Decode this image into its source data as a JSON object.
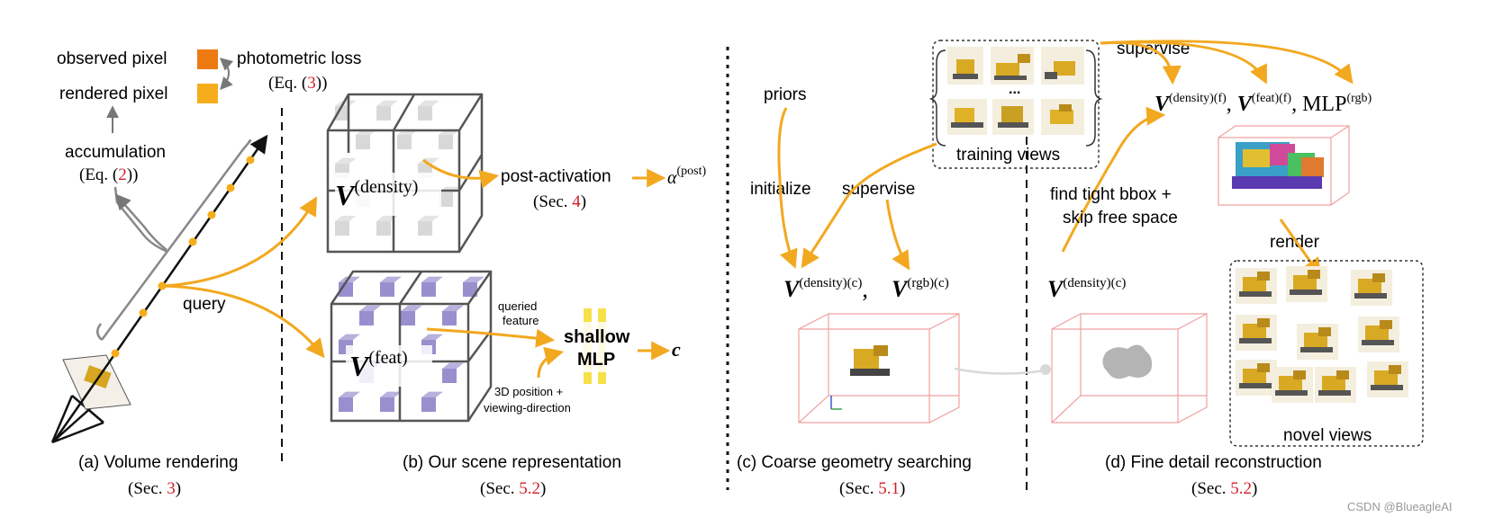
{
  "panel_a": {
    "observed_pixel": "observed pixel",
    "rendered_pixel": "rendered pixel",
    "photometric_loss": "photometric loss",
    "photometric_eq_pre": "(Eq. (",
    "photometric_eq_num": "3",
    "photometric_eq_post": "))",
    "accumulation": "accumulation",
    "accumulation_eq_pre": "(Eq. (",
    "accumulation_eq_num": "2",
    "accumulation_eq_post": "))",
    "query": "query",
    "caption": "(a) Volume rendering",
    "sec_pre": "(Sec. ",
    "sec_num": "3",
    "sec_post": ")"
  },
  "panel_b": {
    "density_symbol": "V",
    "density_sup": "(density)",
    "feat_symbol": "V",
    "feat_sup": "(feat)",
    "post_activation": "post-activation",
    "post_sec_pre": "(Sec. ",
    "post_sec_num": "4",
    "post_sec_post": ")",
    "alpha_symbol": "α",
    "alpha_sup": "(post)",
    "queried_feature_line1": "queried",
    "queried_feature_line2": "feature",
    "shallow": "shallow",
    "mlp": "MLP",
    "c_symbol": "c",
    "position_line1": "3D position +",
    "position_line2": "viewing-direction",
    "caption": "(b) Our scene representation",
    "sec_pre": "(Sec. ",
    "sec_num": "5.2",
    "sec_post": ")"
  },
  "panel_c": {
    "priors": "priors",
    "initialize": "initialize",
    "supervise": "supervise",
    "training_views": "training views",
    "ellipsis": "...",
    "v_density_c_sup": "(density)(c)",
    "v_rgb_c_sup": "(rgb)(c)",
    "caption": "(c) Coarse geometry searching",
    "sec_pre": "(Sec. ",
    "sec_num": "5.1",
    "sec_post": ")"
  },
  "panel_d": {
    "supervise": "supervise",
    "v_density_f_sup": "(density)(f)",
    "v_feat_f_sup": "(feat)(f)",
    "mlp_rgb": "MLP",
    "mlp_rgb_sup": "(rgb)",
    "find_bbox_line1": "find tight bbox +",
    "find_bbox_line2": "skip free space",
    "v_density_c_sup": "(density)(c)",
    "render": "render",
    "novel_views": "novel views",
    "caption": "(d) Fine detail reconstruction",
    "sec_pre": "(Sec. ",
    "sec_num": "5.2",
    "sec_post": ")"
  },
  "watermark": "CSDN @BlueagleAI",
  "colors": {
    "arrow": "#f2a81f",
    "observed": "#ee7a12",
    "rendered": "#f6ad1c",
    "density_cube": "#d8d8d8",
    "feat_cube": "#9a8fce",
    "bbox": "#f0a0a0",
    "cite": "#d0202a"
  }
}
